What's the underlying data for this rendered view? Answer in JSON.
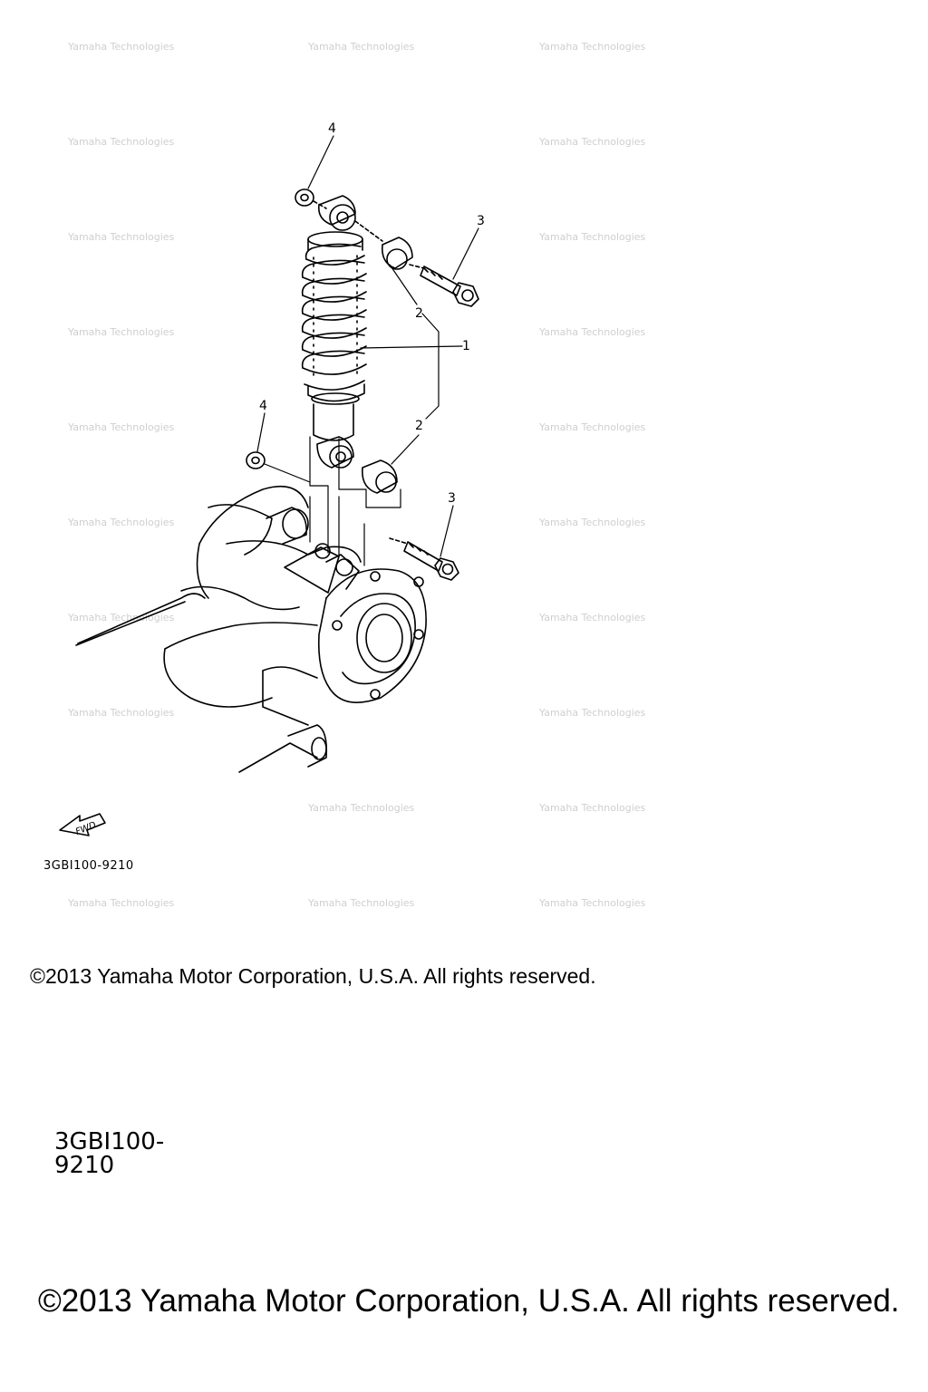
{
  "diagram": {
    "callouts": {
      "shock_absorber": "1",
      "bushing_upper": "2",
      "bushing_lower": "2",
      "bolt_upper": "3",
      "bolt_lower": "3",
      "nut_upper": "4",
      "nut_lower": "4"
    },
    "fwd_label": "FWD",
    "diagram_code": "3GBI100-9210"
  },
  "copyright_small": "©2013 Yamaha Motor Corporation, U.S.A. All rights reserved.",
  "copyright_large": "©2013 Yamaha Motor Corporation, U.S.A. All rights reserved.",
  "cropped_code": "3GBI100-9210",
  "colors": {
    "line": "#000000",
    "watermark": "#cfcfcf"
  }
}
